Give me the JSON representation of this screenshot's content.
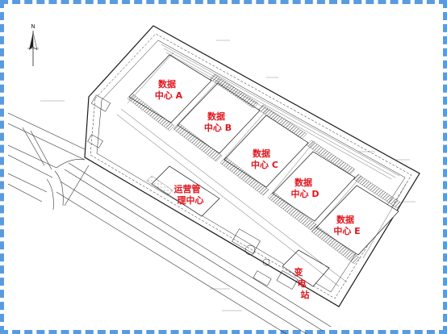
{
  "figure": {
    "north_label": "N",
    "labels": {
      "dc_a_1": "数据",
      "dc_a_2": "中心 A",
      "dc_b_1": "数据",
      "dc_b_2": "中心 B",
      "dc_c_1": "数据",
      "dc_c_2": "中心 C",
      "dc_d_1": "数据",
      "dc_d_2": "中心 D",
      "dc_e_1": "数据",
      "dc_e_2": "中心 E",
      "ops_1": "运营管",
      "ops_2": "理中心",
      "sub_1": "变",
      "sub_2": "电",
      "sub_3": "站"
    },
    "colors": {
      "frame_border": "#5a9be0",
      "label_red": "#e0161d",
      "line_dark": "#1a1a1a",
      "hatch": "#444444"
    }
  }
}
